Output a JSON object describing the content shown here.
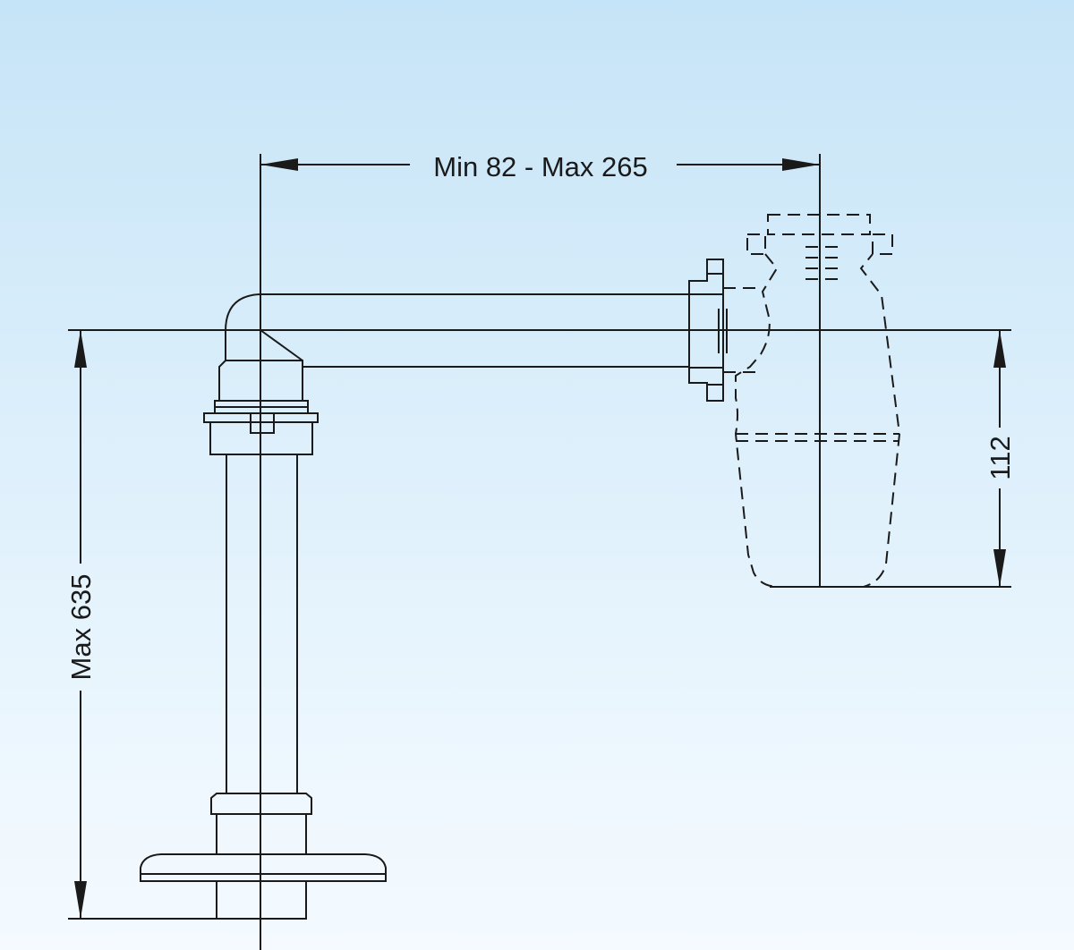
{
  "diagram": {
    "dimensions": {
      "horizontal_offset": "Min 82 - Max 265",
      "overall_height": "Max 635",
      "trap_height": "112"
    },
    "colors": {
      "line": "#1a1a1a",
      "background_top": "#c6e4f7",
      "background_bottom": "#f4faff"
    }
  }
}
